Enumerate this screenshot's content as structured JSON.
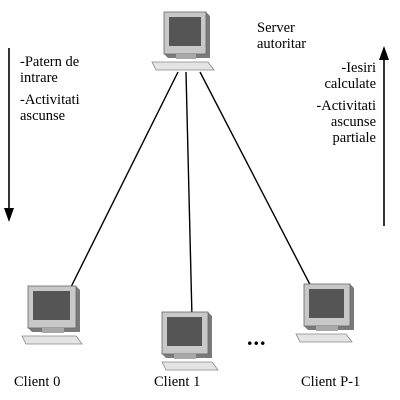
{
  "server": {
    "label_line1": "Server",
    "label_line2": "autoritar"
  },
  "left_annotation": {
    "line1": "-Patern de",
    "line2": "intrare",
    "line3": "-Activitati",
    "line4": "ascunse"
  },
  "right_annotation": {
    "line1": "-Iesiri",
    "line2": "calculate",
    "line3": "-Activitati",
    "line4": "ascunse",
    "line5": "partiale"
  },
  "clients": [
    {
      "label": "Client 0"
    },
    {
      "label": "Client 1"
    },
    {
      "label": "Client P-1"
    }
  ],
  "ellipsis": "...",
  "colors": {
    "line": "#000000",
    "monitor_shell": "#c8c8c8",
    "monitor_shadow": "#7a7a7a",
    "screen": "#555555",
    "keyboard": "#e4e4e4"
  }
}
